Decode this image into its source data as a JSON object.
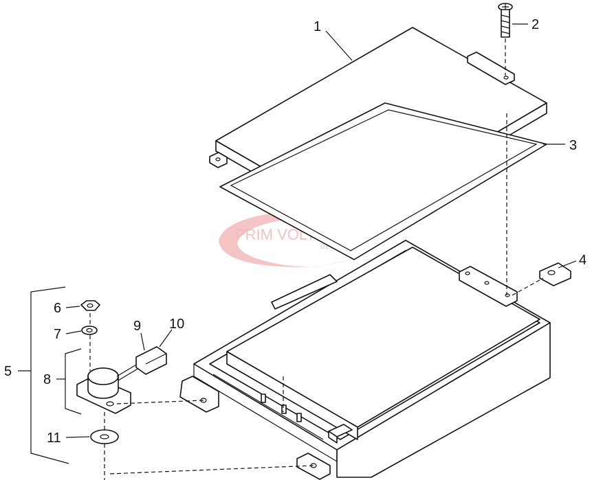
{
  "callouts": [
    {
      "id": "1",
      "text": "1"
    },
    {
      "id": "2",
      "text": "2"
    },
    {
      "id": "3",
      "text": "3"
    },
    {
      "id": "4",
      "text": "4"
    },
    {
      "id": "5",
      "text": "5"
    },
    {
      "id": "6",
      "text": "6"
    },
    {
      "id": "7",
      "text": "7"
    },
    {
      "id": "8",
      "text": "8"
    },
    {
      "id": "9",
      "text": "9"
    },
    {
      "id": "10",
      "text": "10"
    },
    {
      "id": "11",
      "text": "11"
    }
  ],
  "watermark": {
    "brand": "PRIM VOLTRADE",
    "city": "DEBRECEN",
    "colors": {
      "swoosh": "#f2b0b0",
      "swoosh_grey": "#d0d0d0",
      "text": "#f3b6b6"
    }
  },
  "colors": {
    "line": "#111111",
    "background": "#ffffff"
  }
}
